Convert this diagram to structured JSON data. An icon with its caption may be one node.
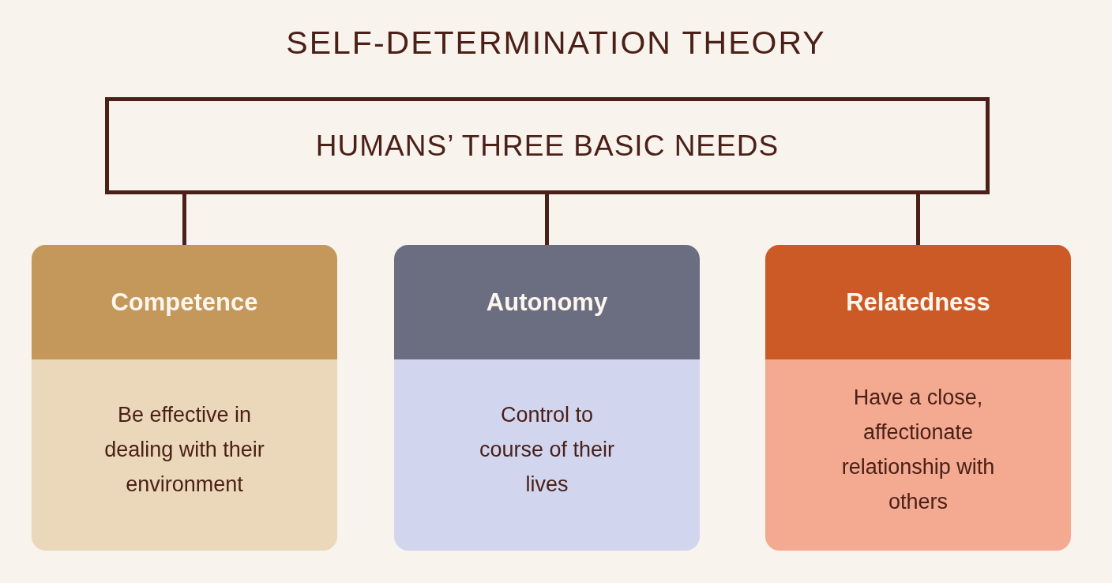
{
  "diagram": {
    "title": "SELF-DETERMINATION THEORY",
    "nodes": [
      {
        "text": [
          "HUMANS’ THREE BASIC NEEDS"
        ]
      },
      {
        "text": [
          "Competence",
          "Be effective in dealing with their environment"
        ]
      },
      {
        "text": [
          "Autonomy",
          "Control to course of their lives"
        ]
      },
      {
        "text": [
          "Relatedness",
          "Have a close, affectionate relationship with others"
        ]
      }
    ],
    "edges": [
      {
        "from": 0,
        "to": 1,
        "arrow": "none"
      },
      {
        "from": 0,
        "to": 2,
        "arrow": "none"
      },
      {
        "from": 0,
        "to": 3,
        "arrow": "none"
      }
    ]
  }
}
